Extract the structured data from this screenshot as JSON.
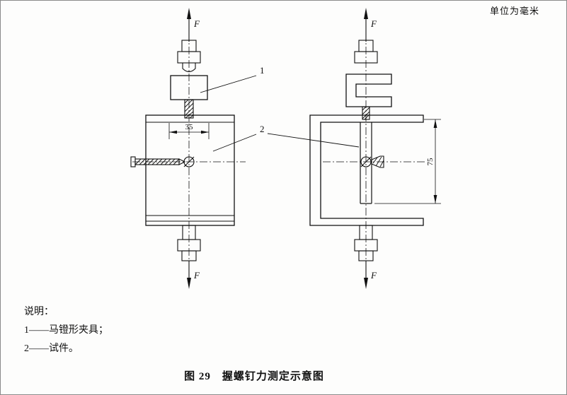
{
  "page": {
    "unit_note": "单位为毫米",
    "caption": "图 29　握螺钉力测定示意图"
  },
  "figure": {
    "force_label": "F",
    "dim_width": "35",
    "dim_height": "75",
    "callout_1": "1",
    "callout_2": "2"
  },
  "legend": {
    "title": "说明：",
    "items": [
      {
        "label": "1——马镫形夹具；"
      },
      {
        "label": "2——试件。"
      }
    ]
  }
}
